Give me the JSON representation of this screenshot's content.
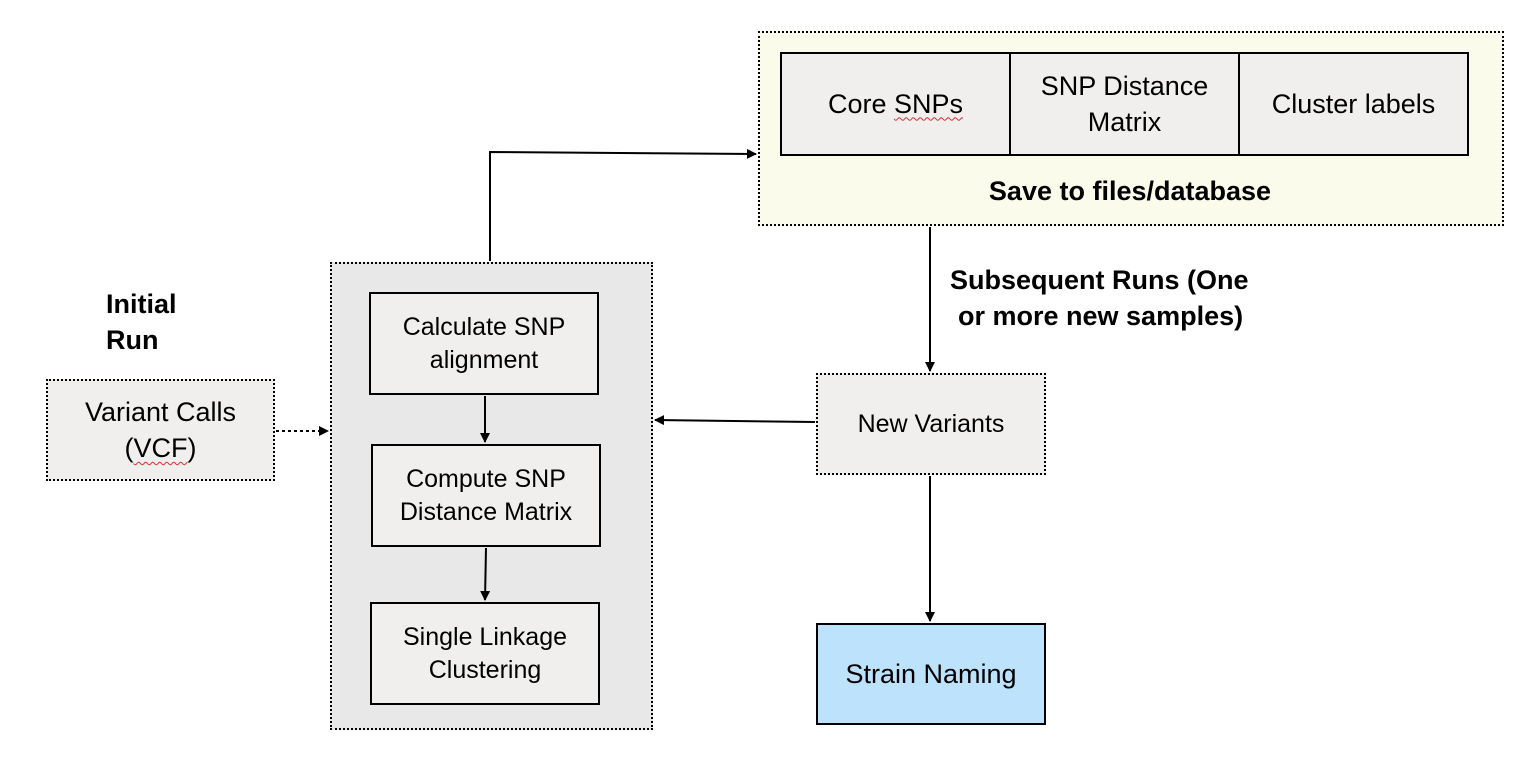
{
  "labels": {
    "initial_run_line1": "Initial",
    "initial_run_line2": "Run",
    "save_to_files": "Save to files/database",
    "subsequent_line1": "Subsequent Runs (One",
    "subsequent_line2": "or more new samples)"
  },
  "nodes": {
    "variant_calls_line1": "Variant Calls",
    "variant_calls_paren_open": "(",
    "variant_calls_vcf": "VCF",
    "variant_calls_paren_close": ")",
    "calc_snp_line1": "Calculate SNP",
    "calc_snp_line2": "alignment",
    "compute_line1": "Compute SNP",
    "compute_line2": "Distance Matrix",
    "single_linkage_line1": "Single Linkage",
    "single_linkage_line2": "Clustering",
    "core_snps_prefix": "Core ",
    "core_snps_word": "SNPs",
    "snp_distance_line1": "SNP Distance",
    "snp_distance_line2": "Matrix",
    "cluster_labels": "Cluster labels",
    "new_variants": "New Variants",
    "strain_naming": "Strain Naming"
  },
  "colors": {
    "node_fill": "#f0efee",
    "group_fill": "#e8e8e8",
    "save_group_fill": "#fafbeb",
    "strain_naming_fill": "#bde3fc",
    "spellcheck_underline": "#d32f2f"
  }
}
